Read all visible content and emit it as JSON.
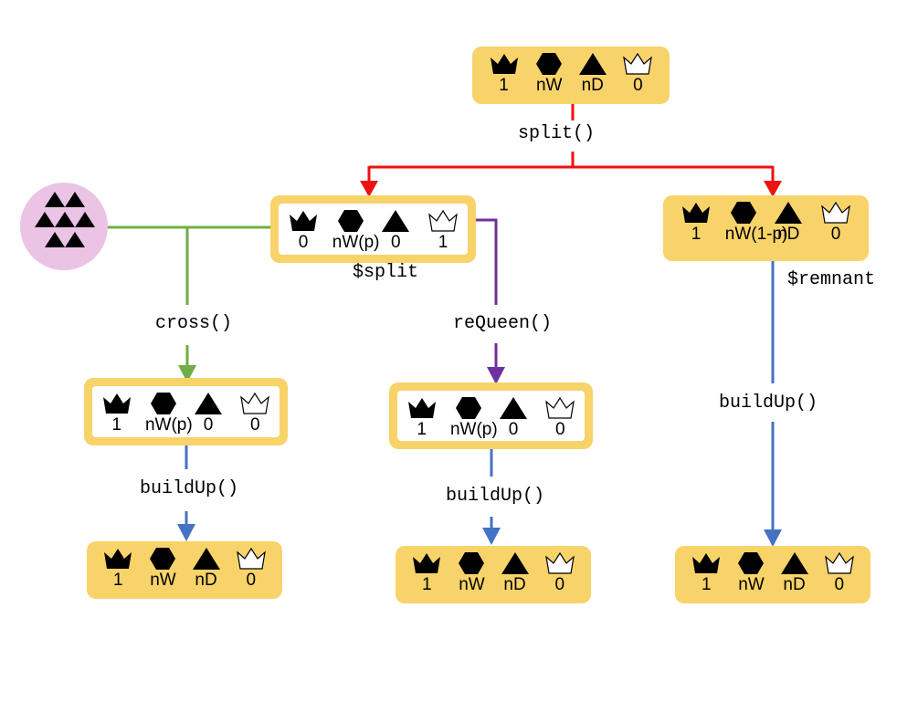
{
  "colors": {
    "box_fill": "#f8d36a",
    "split_arrow": "#ee1111",
    "cross_arrow": "#70ad47",
    "requeen_arrow": "#7030a0",
    "buildup_arrow": "#4472c4",
    "pool_fill": "#ebc3e4"
  },
  "icons": [
    "queen-crown-icon",
    "worker-hexagon-icon",
    "drone-triangle-icon",
    "virgin-queen-outline-crown-icon"
  ],
  "nodes": {
    "root": {
      "values": [
        "1",
        "nW",
        "nD",
        "0"
      ]
    },
    "split": {
      "values": [
        "0",
        "nW(p)",
        "0",
        "1"
      ],
      "label": "$split"
    },
    "remnant": {
      "values": [
        "1",
        "nW(1-p)",
        "nD",
        "0"
      ],
      "label": "$remnant"
    },
    "crossed": {
      "values": [
        "1",
        "nW(p)",
        "0",
        "0"
      ]
    },
    "requeened": {
      "values": [
        "1",
        "nW(p)",
        "0",
        "0"
      ]
    },
    "built_left": {
      "values": [
        "1",
        "nW",
        "nD",
        "0"
      ]
    },
    "built_middle": {
      "values": [
        "1",
        "nW",
        "nD",
        "0"
      ]
    },
    "built_right": {
      "values": [
        "1",
        "nW",
        "nD",
        "0"
      ]
    }
  },
  "functions": {
    "split": "split()",
    "cross": "cross()",
    "requeen": "reQueen()",
    "buildup_left": "buildUp()",
    "buildup_middle": "buildUp()",
    "buildup_right": "buildUp()"
  }
}
